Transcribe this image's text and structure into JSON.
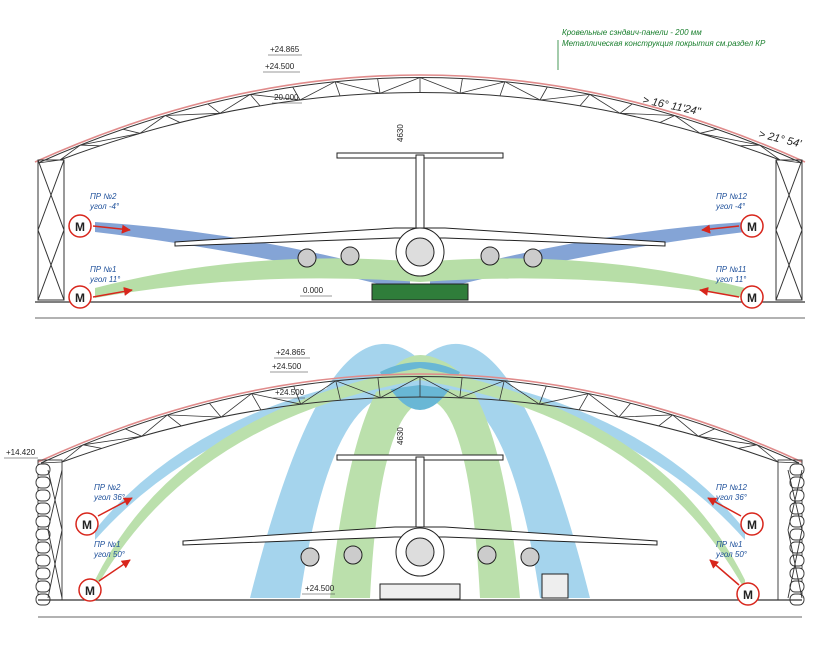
{
  "notes": {
    "roof_panels": "Кровельные сэндвич-панели - 200 мм",
    "roof_structure": "Металлическая конструкция покрытия см.раздел КР"
  },
  "top": {
    "levels": {
      "ridge": "+24.865",
      "eaves": "+24.500",
      "truss": "20.000",
      "floor": "0.000"
    },
    "dim_height": "4630",
    "angles": {
      "slope_1": "> 16° 11'24\"",
      "slope_2": "> 21° 54'"
    },
    "nozzles": [
      {
        "id": "ПР №2",
        "angle": "угол -4°"
      },
      {
        "id": "ПР №1",
        "angle": "угол 11°"
      },
      {
        "id": "ПР №12",
        "angle": "угол -4°"
      },
      {
        "id": "ПР №11",
        "angle": "угол 11°"
      }
    ]
  },
  "bottom": {
    "levels": {
      "ridge": "+24.865",
      "eaves": "+24.500",
      "inner": "+24.500",
      "side": "+14.420",
      "floor": "+24.500"
    },
    "dim_height": "4630",
    "nozzles": [
      {
        "id": "ПР №2",
        "angle": "угол 36°"
      },
      {
        "id": "ПР №1",
        "angle": "угол 50°"
      },
      {
        "id": "ПР №12",
        "angle": "угол 36°"
      },
      {
        "id": "ПР №1",
        "angle": "угол 50°"
      }
    ]
  },
  "marker_letter": "M",
  "colors": {
    "blue_jet": "#5b86c8",
    "green_jet": "#9fd38a",
    "light_blue": "#7fc3e6",
    "red": "#d8261c",
    "roof": "#e08b8b"
  }
}
